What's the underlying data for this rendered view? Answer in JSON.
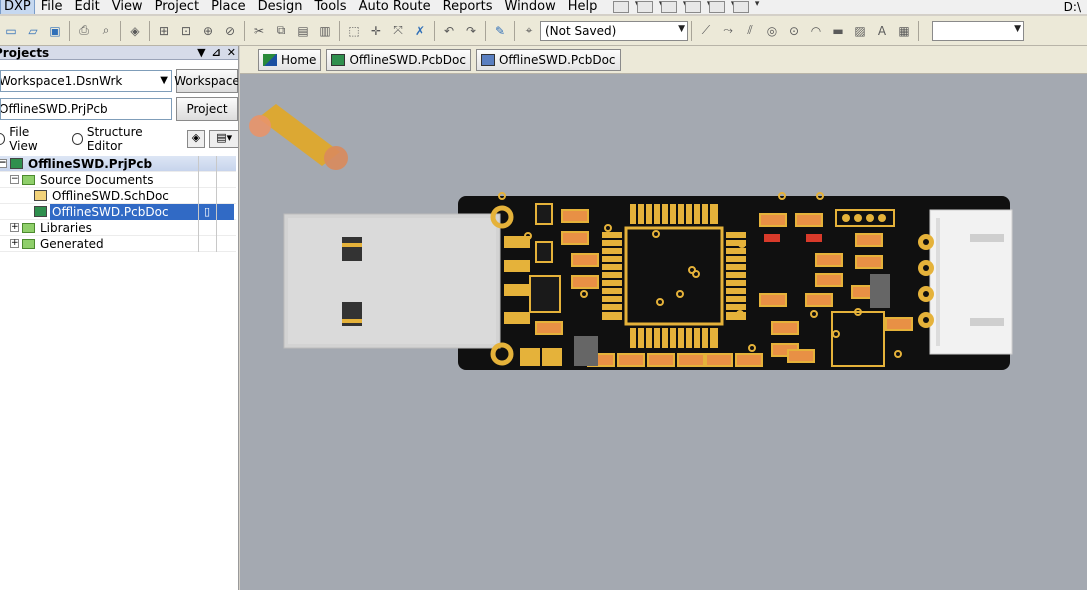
{
  "menu": {
    "items": [
      "DXP",
      "File",
      "Edit",
      "View",
      "Project",
      "Place",
      "Design",
      "Tools",
      "Auto Route",
      "Reports",
      "Window",
      "Help"
    ],
    "right_text": "D:\\"
  },
  "toolbar": {
    "view_select": "(Not Saved)"
  },
  "panel": {
    "title": "Projects",
    "workspace_field": "Workspace1.DsnWrk",
    "workspace_button": "Workspace",
    "project_field": "OfflineSWD.PrjPcb",
    "project_button": "Project",
    "radio_file_view": "File View",
    "radio_structure_editor": "Structure Editor",
    "tree": {
      "root": "OfflineSWD.PrjPcb",
      "source_documents": "Source Documents",
      "schdoc": "OfflineSWD.SchDoc",
      "pcbdoc": "OfflineSWD.PcbDoc",
      "libraries": "Libraries",
      "generated": "Generated"
    }
  },
  "tabs": [
    {
      "label": "Home"
    },
    {
      "label": "OfflineSWD.PcbDoc"
    },
    {
      "label": "OfflineSWD.PcbDoc"
    }
  ],
  "colors": {
    "canvas_bg": "#a4a9b1",
    "board": "#101010",
    "copper": "#e5b23a",
    "pad_orange": "#e89045",
    "highlight": "#316ac5"
  }
}
